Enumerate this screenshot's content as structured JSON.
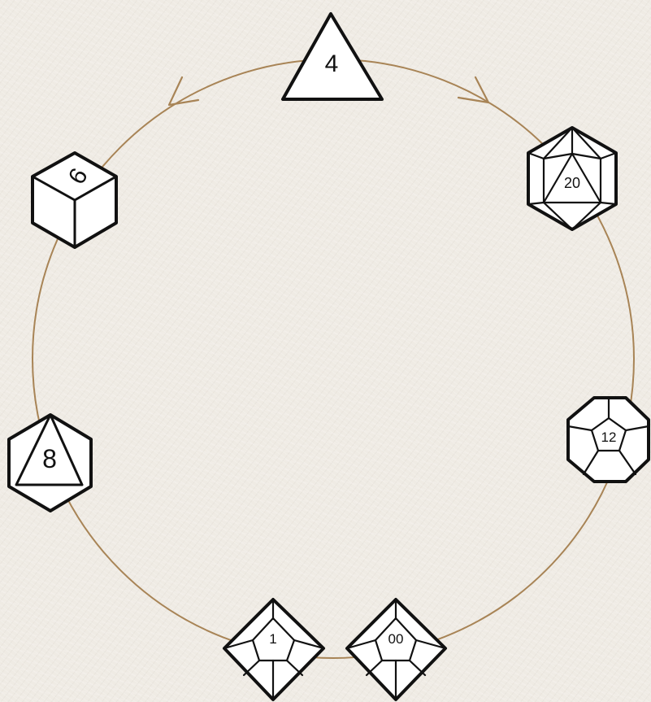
{
  "dice": {
    "d4": {
      "label": "4"
    },
    "d20": {
      "label": "20"
    },
    "d12": {
      "label": "12"
    },
    "d10_percentile": {
      "label": "00"
    },
    "d10": {
      "label": "1"
    },
    "d8": {
      "label": "8"
    },
    "d6": {
      "label": "6"
    }
  },
  "colors": {
    "background": "#efebe4",
    "ring": "#a88456",
    "die_fill": "#ffffff",
    "die_stroke": "#111111"
  },
  "icons": {
    "cycle_arrows": [
      "counterclockwise-arrow-icon",
      "clockwise-arrow-icon"
    ]
  }
}
